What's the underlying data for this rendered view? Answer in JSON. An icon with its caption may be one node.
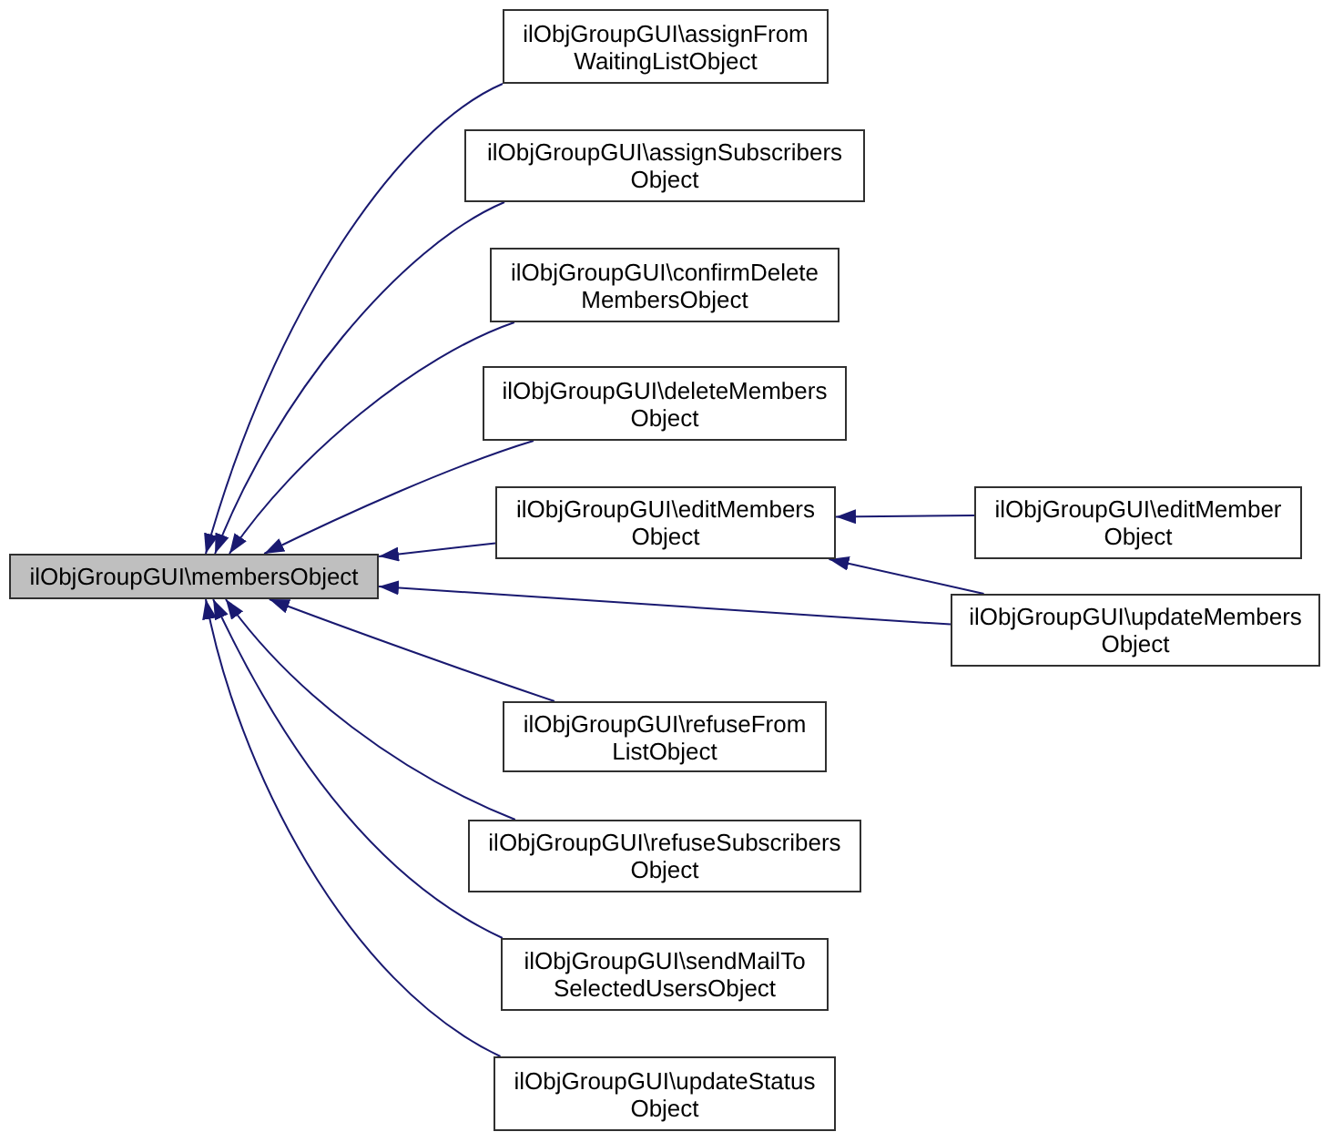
{
  "diagram": {
    "nodes": [
      {
        "text": [
          "ilObjGroupGUI\\membersObject"
        ]
      },
      {
        "text": [
          "ilObjGroupGUI\\assignFrom WaitingListObject"
        ]
      },
      {
        "text": [
          "ilObjGroupGUI\\assignSubscribers Object"
        ]
      },
      {
        "text": [
          "ilObjGroupGUI\\confirmDelete MembersObject"
        ]
      },
      {
        "text": [
          "ilObjGroupGUI\\deleteMembers Object"
        ]
      },
      {
        "text": [
          "ilObjGroupGUI\\editMembers Object"
        ]
      },
      {
        "text": [
          "ilObjGroupGUI\\editMember Object"
        ]
      },
      {
        "text": [
          "ilObjGroupGUI\\updateMembers Object"
        ]
      },
      {
        "text": [
          "ilObjGroupGUI\\refuseFrom ListObject"
        ]
      },
      {
        "text": [
          "ilObjGroupGUI\\refuseSubscribers Object"
        ]
      },
      {
        "text": [
          "ilObjGroupGUI\\sendMailTo SelectedUsersObject"
        ]
      },
      {
        "text": [
          "ilObjGroupGUI\\updateStatus Object"
        ]
      }
    ],
    "edges": [
      {
        "from": 1,
        "to": 0,
        "arrow": "to"
      },
      {
        "from": 2,
        "to": 0,
        "arrow": "to"
      },
      {
        "from": 3,
        "to": 0,
        "arrow": "to"
      },
      {
        "from": 4,
        "to": 0,
        "arrow": "to"
      },
      {
        "from": 5,
        "to": 0,
        "arrow": "to"
      },
      {
        "from": 6,
        "to": 5,
        "arrow": "to"
      },
      {
        "from": 7,
        "to": 5,
        "arrow": "to"
      },
      {
        "from": 7,
        "to": 0,
        "arrow": "to"
      },
      {
        "from": 8,
        "to": 0,
        "arrow": "to"
      },
      {
        "from": 9,
        "to": 0,
        "arrow": "to"
      },
      {
        "from": 10,
        "to": 0,
        "arrow": "to"
      },
      {
        "from": 11,
        "to": 0,
        "arrow": "to"
      }
    ]
  }
}
